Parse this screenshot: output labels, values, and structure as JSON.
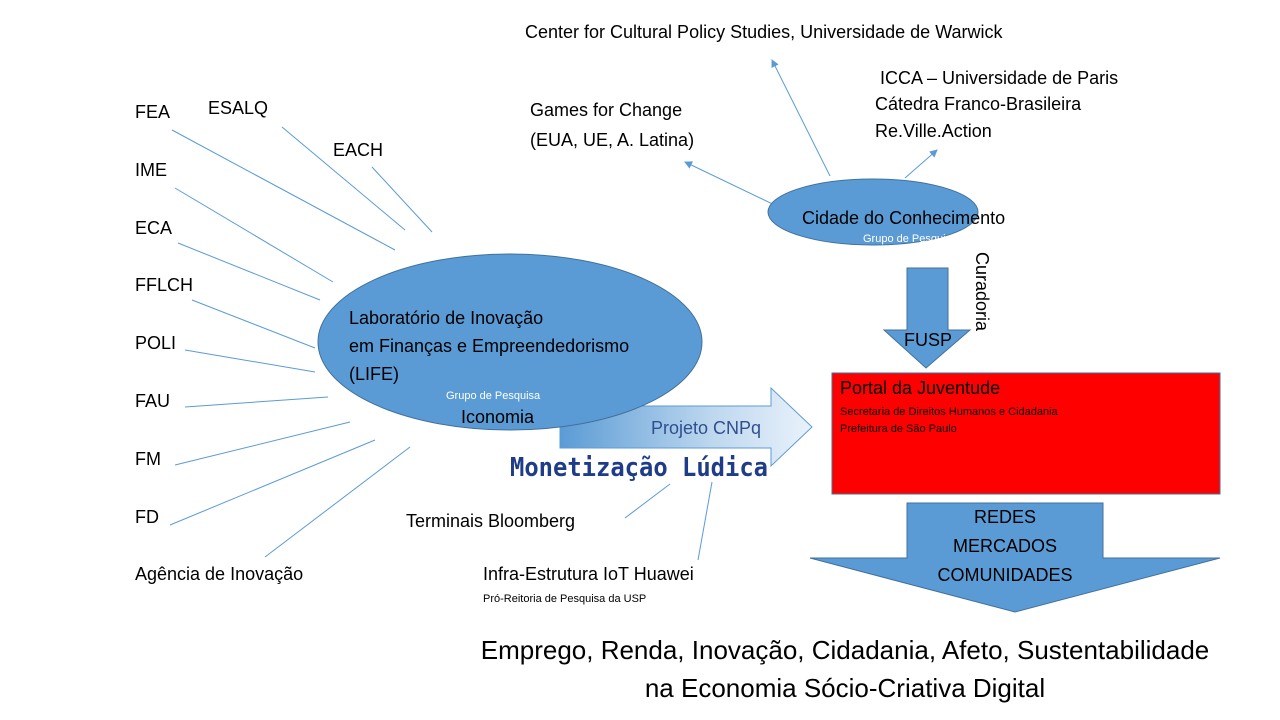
{
  "colors": {
    "shape_blue": "#5b9bd5",
    "portal_red": "#ff0000",
    "monetizacao": "#1f3c88"
  },
  "units": [
    "FEA",
    "ESALQ",
    "EACH",
    "IME",
    "ECA",
    "FFLCH",
    "POLI",
    "FAU",
    "FM",
    "FD",
    "Agência de Inovação"
  ],
  "top": {
    "warwick": "Center for Cultural Policy Studies, Universidade de Warwick",
    "games_1": "Games for Change",
    "games_2": "(EUA, UE, A. Latina)",
    "icca": "ICCA – Universidade de Paris",
    "catedra": "Cátedra Franco-Brasileira",
    "reville": "Re.Ville.Action"
  },
  "cidade": {
    "title": "Cidade do Conhecimento",
    "sub": "Grupo de Pesquisa"
  },
  "curadoria": "Curadoria",
  "fusp": "FUSP",
  "life": {
    "line1": "Laboratório de Inovação",
    "line2": "em Finanças e Empreendedorismo",
    "line3": "(LIFE)",
    "sub": "Grupo de Pesquisa",
    "iconomia": "Iconomia"
  },
  "cnpq": "Projeto CNPq",
  "monetizacao": "Monetização Lúdica",
  "bloomberg": "Terminais Bloomberg",
  "huawei": "Infra-Estrutura IoT Huawei",
  "proreitoria": "Pró-Reitoria de Pesquisa da USP",
  "portal": {
    "title": "Portal da Juventude",
    "line1": "Secretaria de Direitos Humanos e Cidadania",
    "line2": "Prefeitura de São Paulo"
  },
  "redes": [
    "REDES",
    "MERCADOS",
    "COMUNIDADES"
  ],
  "footer": {
    "line1": "Emprego, Renda, Inovação, Cidadania, Afeto, Sustentabilidade",
    "line2": "na Economia Sócio-Criativa Digital"
  }
}
